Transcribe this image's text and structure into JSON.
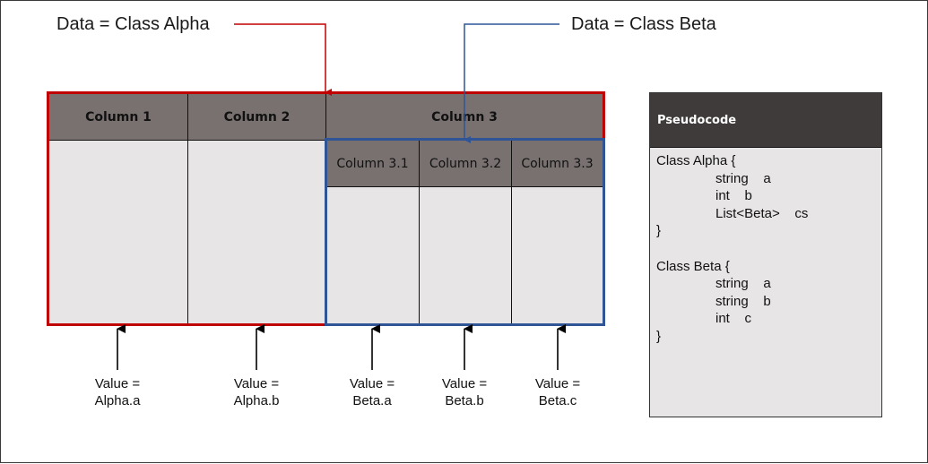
{
  "titles": {
    "alpha": "Data = Class Alpha",
    "beta": "Data = Class Beta"
  },
  "table": {
    "headers": [
      "Column 1",
      "Column 2",
      "Column 3"
    ],
    "subheaders": [
      "Column 3.1",
      "Column 3.2",
      "Column 3.3"
    ]
  },
  "values": [
    {
      "line1": "Value =",
      "line2": "Alpha.a"
    },
    {
      "line1": "Value =",
      "line2": "Alpha.b"
    },
    {
      "line1": "Value =",
      "line2": "Beta.a"
    },
    {
      "line1": "Value =",
      "line2": "Beta.b"
    },
    {
      "line1": "Value =",
      "line2": "Beta.c"
    }
  ],
  "pseudocode": {
    "title": "Pseudocode",
    "lines": [
      {
        "indent": 0,
        "text": "Class Alpha {"
      },
      {
        "indent": 1,
        "text": "string    a"
      },
      {
        "indent": 1,
        "text": "int    b"
      },
      {
        "indent": 1,
        "text": "List<Beta>    cs"
      },
      {
        "indent": 0,
        "text": "}"
      },
      {
        "indent": 0,
        "text": ""
      },
      {
        "indent": 0,
        "text": "Class Beta {"
      },
      {
        "indent": 1,
        "text": "string    a"
      },
      {
        "indent": 1,
        "text": "string    b"
      },
      {
        "indent": 1,
        "text": "int    c"
      },
      {
        "indent": 0,
        "text": "}"
      }
    ]
  },
  "colors": {
    "alpha_frame": "#c00000",
    "beta_frame": "#2f5597",
    "header_fill": "#787170",
    "cell_fill": "#e8e5e6",
    "pseudo_header_fill": "#3f3b3a"
  }
}
